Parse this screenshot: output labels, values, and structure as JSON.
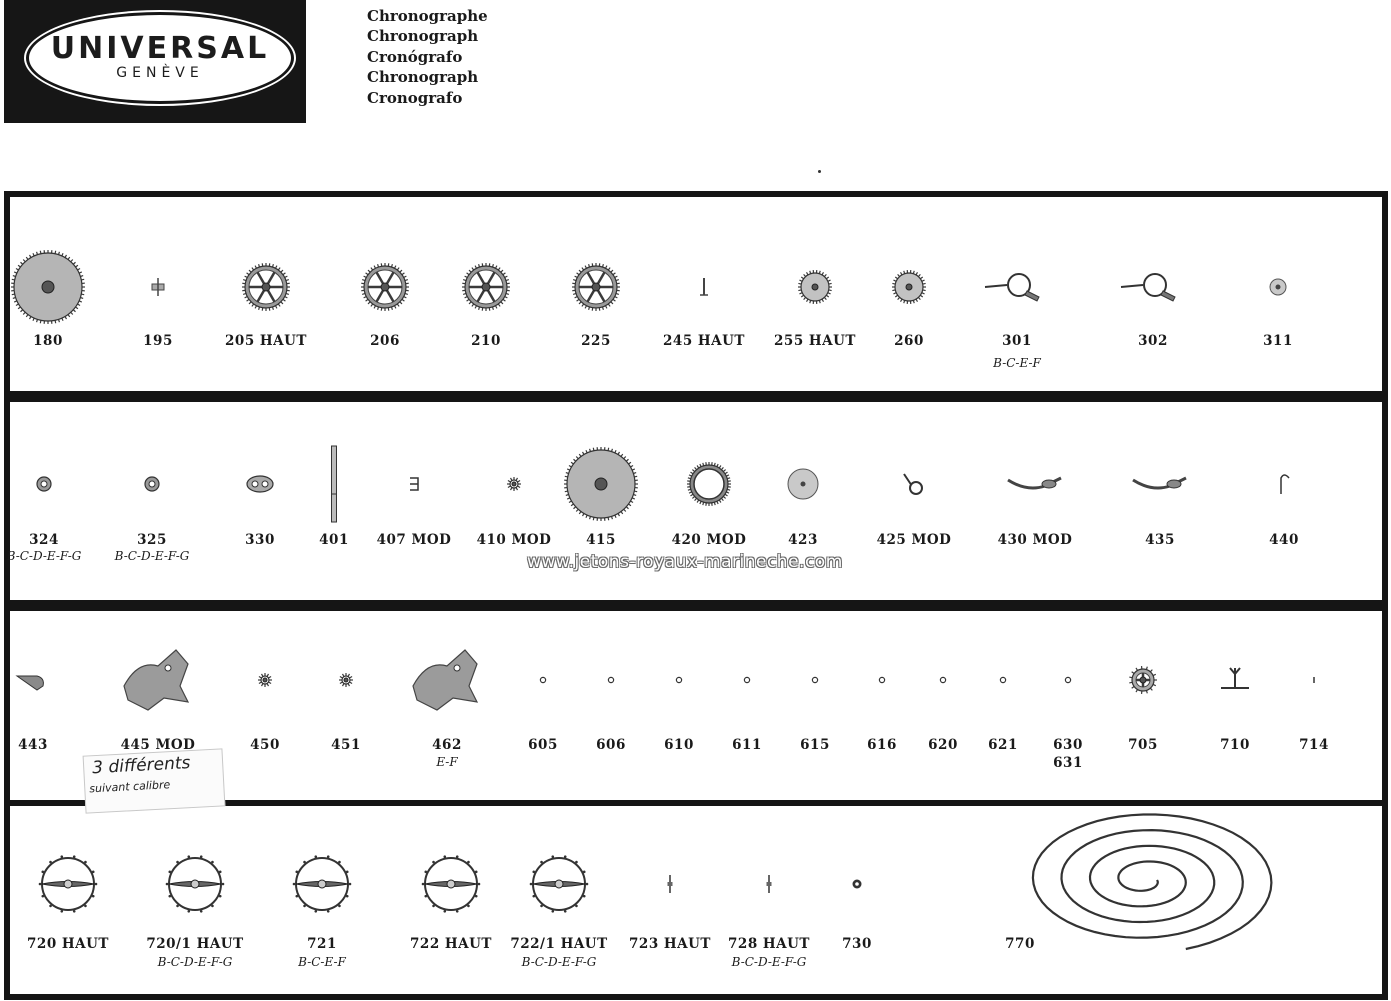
{
  "header": {
    "brand": "UNIVERSAL",
    "brand_sub": "GENÈVE",
    "titles": [
      "Chronographe",
      "Chronograph",
      "Cronógrafo",
      "Chronograph",
      "Cronografo"
    ]
  },
  "colors": {
    "ink": "#151515",
    "paper": "#ffffff",
    "metal": "#8c8c8c"
  },
  "watermark": "www.jetons-royaux-marineche.com",
  "note": {
    "line1": "3 différents",
    "line2": "suivant calibre"
  },
  "rows": [
    {
      "items": [
        {
          "label": "180",
          "variant": "",
          "icon": "large-wheel-icon"
        },
        {
          "label": "195",
          "variant": "",
          "icon": "small-pinion-icon"
        },
        {
          "label": "205 HAUT",
          "variant": "",
          "icon": "spoked-wheel-icon"
        },
        {
          "label": "206",
          "variant": "",
          "icon": "spoked-wheel-icon"
        },
        {
          "label": "210",
          "variant": "",
          "icon": "spoked-wheel-icon"
        },
        {
          "label": "225",
          "variant": "",
          "icon": "spoked-wheel-icon"
        },
        {
          "label": "245 HAUT",
          "variant": "",
          "icon": "arbor-icon"
        },
        {
          "label": "255 HAUT",
          "variant": "",
          "icon": "toothed-disc-icon"
        },
        {
          "label": "260",
          "variant": "",
          "icon": "toothed-disc-icon"
        },
        {
          "label": "301",
          "variant": "B-C-E-F",
          "icon": "hand-hammer-icon"
        },
        {
          "label": "302",
          "variant": "",
          "icon": "hand-hammer-icon"
        },
        {
          "label": "311",
          "variant": "",
          "icon": "small-disc-icon"
        }
      ]
    },
    {
      "items": [
        {
          "label": "324",
          "variant": "B-C-D-E-F-G",
          "icon": "jewel-setting-icon"
        },
        {
          "label": "325",
          "variant": "B-C-D-E-F-G",
          "icon": "jewel-setting-icon"
        },
        {
          "label": "330",
          "variant": "",
          "icon": "double-setting-icon"
        },
        {
          "label": "401",
          "variant": "",
          "icon": "stem-icon"
        },
        {
          "label": "407 MOD",
          "variant": "",
          "icon": "clip-icon"
        },
        {
          "label": "410 MOD",
          "variant": "",
          "icon": "tiny-gear-icon"
        },
        {
          "label": "415",
          "variant": "",
          "icon": "large-wheel-icon"
        },
        {
          "label": "420 MOD",
          "variant": "",
          "icon": "crown-wheel-icon"
        },
        {
          "label": "423",
          "variant": "",
          "icon": "round-plate-icon"
        },
        {
          "label": "425 MOD",
          "variant": "",
          "icon": "lever-icon"
        },
        {
          "label": "430 MOD",
          "variant": "",
          "icon": "spring-arm-icon"
        },
        {
          "label": "435",
          "variant": "",
          "icon": "spring-arm-icon"
        },
        {
          "label": "440",
          "variant": "",
          "icon": "wire-spring-icon"
        }
      ]
    },
    {
      "items": [
        {
          "label": "443",
          "variant": "",
          "icon": "small-lever-icon"
        },
        {
          "label": "445 MOD",
          "variant": "",
          "icon": "bridge-plate-icon"
        },
        {
          "label": "450",
          "variant": "",
          "icon": "tiny-gear-icon"
        },
        {
          "label": "451",
          "variant": "",
          "icon": "tiny-gear-icon"
        },
        {
          "label": "462",
          "variant": "E-F",
          "icon": "bridge-plate-icon"
        },
        {
          "label": "605",
          "variant": "",
          "icon": "jewel-icon"
        },
        {
          "label": "606",
          "variant": "",
          "icon": "jewel-icon"
        },
        {
          "label": "610",
          "variant": "",
          "icon": "jewel-icon"
        },
        {
          "label": "611",
          "variant": "",
          "icon": "jewel-icon"
        },
        {
          "label": "615",
          "variant": "",
          "icon": "jewel-icon"
        },
        {
          "label": "616",
          "variant": "",
          "icon": "jewel-icon"
        },
        {
          "label": "620",
          "variant": "",
          "icon": "jewel-icon"
        },
        {
          "label": "621",
          "variant": "",
          "icon": "jewel-icon"
        },
        {
          "label": "630",
          "label2": "631",
          "variant": "",
          "icon": "jewel-icon"
        },
        {
          "label": "705",
          "variant": "",
          "icon": "escape-wheel-icon"
        },
        {
          "label": "710",
          "variant": "",
          "icon": "pallet-fork-icon"
        },
        {
          "label": "714",
          "variant": "",
          "icon": "pin-icon"
        }
      ]
    },
    {
      "items": [
        {
          "label": "720 HAUT",
          "variant": "",
          "icon": "balance-wheel-icon"
        },
        {
          "label": "720/1 HAUT",
          "variant": "B-C-D-E-F-G",
          "icon": "balance-wheel-icon"
        },
        {
          "label": "721",
          "variant": "B-C-E-F",
          "icon": "balance-wheel-icon"
        },
        {
          "label": "722 HAUT",
          "variant": "",
          "icon": "balance-wheel-icon"
        },
        {
          "label": "722/1 HAUT",
          "variant": "B-C-D-E-F-G",
          "icon": "balance-wheel-icon"
        },
        {
          "label": "723 HAUT",
          "variant": "",
          "icon": "staff-icon"
        },
        {
          "label": "728 HAUT",
          "variant": "B-C-D-E-F-G",
          "icon": "staff-icon"
        },
        {
          "label": "730",
          "variant": "",
          "icon": "roller-icon"
        },
        {
          "label": "770",
          "variant": "",
          "icon": "mainspring-icon"
        }
      ]
    }
  ]
}
